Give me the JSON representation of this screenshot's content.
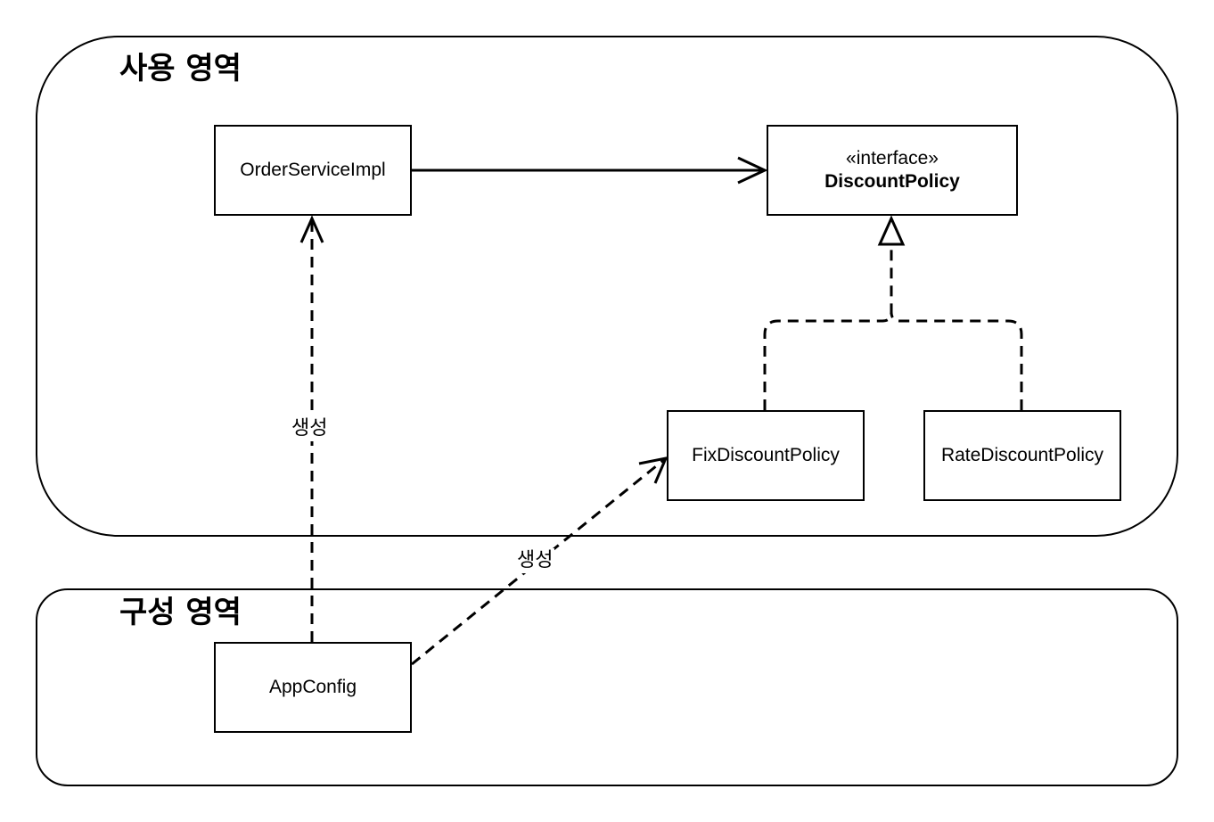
{
  "regions": {
    "usage": {
      "title": "사용 영역"
    },
    "config": {
      "title": "구성 영역"
    }
  },
  "classes": {
    "order_service_impl": {
      "name": "OrderServiceImpl"
    },
    "discount_policy": {
      "stereotype": "«interface»",
      "name": "DiscountPolicy"
    },
    "fix_discount_policy": {
      "name": "FixDiscountPolicy"
    },
    "rate_discount_policy": {
      "name": "RateDiscountPolicy"
    },
    "app_config": {
      "name": "AppConfig"
    }
  },
  "edges": {
    "create_order_service": {
      "label": "생성"
    },
    "create_fix_policy": {
      "label": "생성"
    }
  }
}
